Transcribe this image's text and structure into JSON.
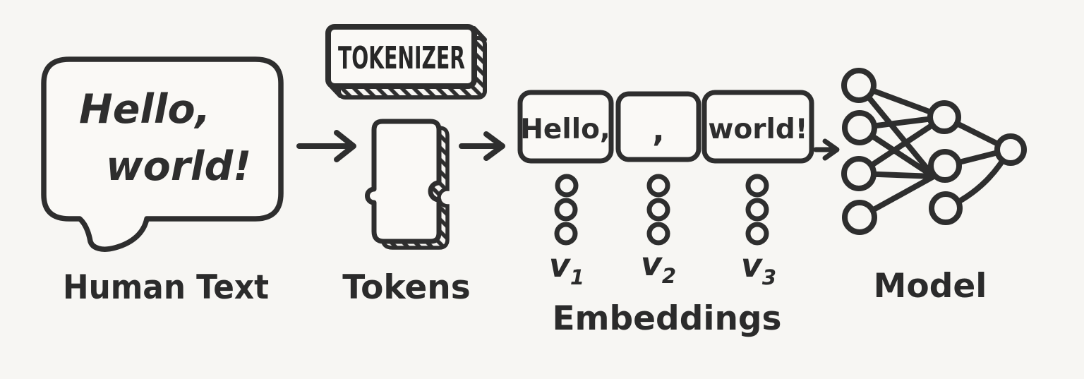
{
  "title": "Text-to-model pipeline diagram",
  "colors": {
    "ink": "#2e2e2e",
    "paper": "#f7f6f3"
  },
  "stages": {
    "human_text": {
      "label": "Human Text",
      "bubble_line1": "Hello,",
      "bubble_line2": "world!"
    },
    "tokenizer": {
      "label": "TOKENIZER"
    },
    "tokens": {
      "label": "Tokens"
    },
    "embeddings": {
      "label": "Embeddings",
      "token_boxes": [
        "Hello,",
        ",",
        "world!"
      ],
      "vectors": [
        {
          "base": "v",
          "sub": "1"
        },
        {
          "base": "v",
          "sub": "2"
        },
        {
          "base": "v",
          "sub": "3"
        }
      ]
    },
    "model": {
      "label": "Model"
    }
  }
}
